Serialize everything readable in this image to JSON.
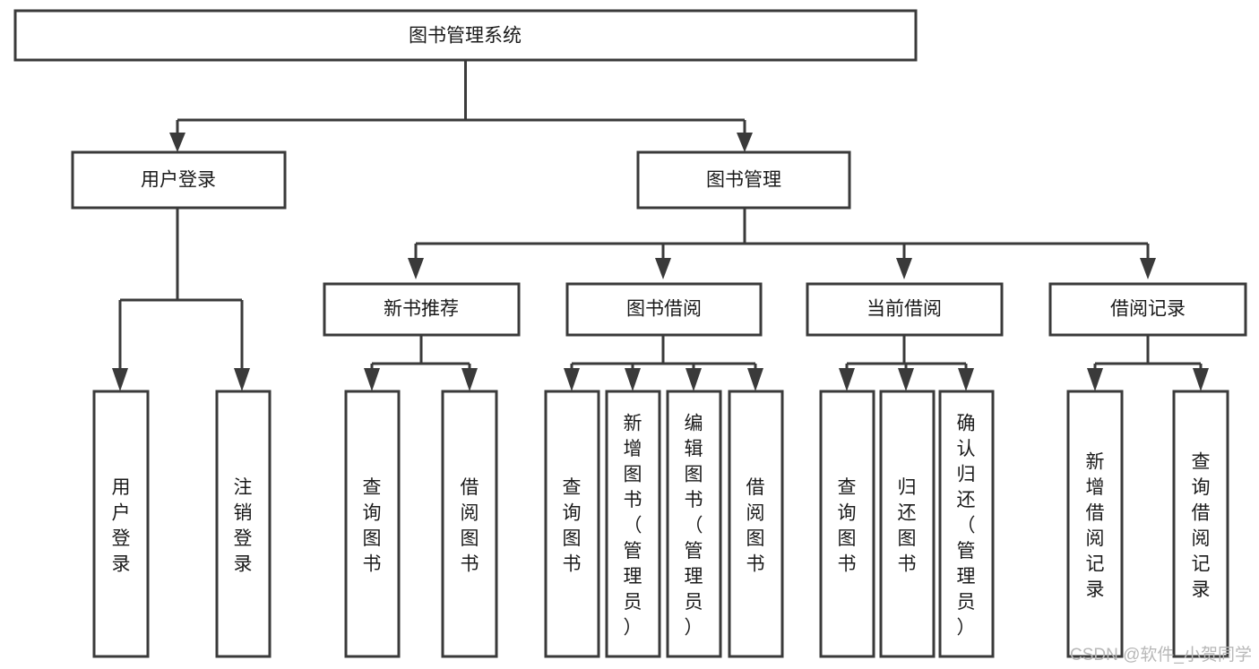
{
  "diagram": {
    "type": "tree-hierarchy-chart",
    "title_node": "图书管理系统",
    "watermark": "CSDN @软件_小贺同学",
    "colors": {
      "stroke": "#3a3a3a",
      "fill": "#ffffff",
      "text": "#1a1a1a",
      "watermark": "#b8b8b8",
      "background": "#ffffff"
    },
    "levels": [
      {
        "level": 0,
        "nodes": [
          {
            "id": "root",
            "label": "图书管理系统",
            "orientation": "horizontal"
          }
        ]
      },
      {
        "level": 1,
        "nodes": [
          {
            "id": "user-login",
            "label": "用户登录",
            "orientation": "horizontal",
            "parent": "root"
          },
          {
            "id": "book-management",
            "label": "图书管理",
            "orientation": "horizontal",
            "parent": "root"
          }
        ]
      },
      {
        "level": 2,
        "nodes": [
          {
            "id": "new-book-recommend",
            "label": "新书推荐",
            "orientation": "horizontal",
            "parent": "book-management"
          },
          {
            "id": "book-borrow",
            "label": "图书借阅",
            "orientation": "horizontal",
            "parent": "book-management"
          },
          {
            "id": "current-borrow",
            "label": "当前借阅",
            "orientation": "horizontal",
            "parent": "book-management"
          },
          {
            "id": "borrow-record",
            "label": "借阅记录",
            "orientation": "horizontal",
            "parent": "book-management"
          }
        ]
      },
      {
        "level": 3,
        "nodes": [
          {
            "id": "leaf-user-login",
            "label": "用户登录",
            "orientation": "vertical",
            "parent": "user-login"
          },
          {
            "id": "leaf-logout-login",
            "label": "注销登录",
            "orientation": "vertical",
            "parent": "user-login"
          },
          {
            "id": "leaf-query-book-1",
            "label": "查询图书",
            "orientation": "vertical",
            "parent": "new-book-recommend"
          },
          {
            "id": "leaf-borrow-book-1",
            "label": "借阅图书",
            "orientation": "vertical",
            "parent": "new-book-recommend"
          },
          {
            "id": "leaf-query-book-2",
            "label": "查询图书",
            "orientation": "vertical",
            "parent": "book-borrow"
          },
          {
            "id": "leaf-add-book-admin",
            "label": "新增图书（管理员）",
            "orientation": "vertical",
            "parent": "book-borrow"
          },
          {
            "id": "leaf-edit-book-admin",
            "label": "编辑图书（管理员）",
            "orientation": "vertical",
            "parent": "book-borrow"
          },
          {
            "id": "leaf-borrow-book-2",
            "label": "借阅图书",
            "orientation": "vertical",
            "parent": "book-borrow"
          },
          {
            "id": "leaf-query-book-3",
            "label": "查询图书",
            "orientation": "vertical",
            "parent": "current-borrow"
          },
          {
            "id": "leaf-return-book",
            "label": "归还图书",
            "orientation": "vertical",
            "parent": "current-borrow"
          },
          {
            "id": "leaf-confirm-return-admin",
            "label": "确认归还（管理员）",
            "orientation": "vertical",
            "parent": "current-borrow"
          },
          {
            "id": "leaf-add-borrow-record",
            "label": "新增借阅记录",
            "orientation": "vertical",
            "parent": "borrow-record"
          },
          {
            "id": "leaf-query-borrow-record",
            "label": "查询借阅记录",
            "orientation": "vertical",
            "parent": "borrow-record"
          }
        ]
      }
    ]
  },
  "labels": {
    "root": "图书管理系统",
    "user_login": "用户登录",
    "book_management": "图书管理",
    "new_book_recommend": "新书推荐",
    "book_borrow": "图书借阅",
    "current_borrow": "当前借阅",
    "borrow_record": "借阅记录",
    "leaf_user_login": "用户登录",
    "leaf_logout_login": "注销登录",
    "leaf_query_book_1": "查询图书",
    "leaf_borrow_book_1": "借阅图书",
    "leaf_query_book_2": "查询图书",
    "leaf_add_book_admin": "新增图书（管理员）",
    "leaf_edit_book_admin": "编辑图书（管理员）",
    "leaf_borrow_book_2": "借阅图书",
    "leaf_query_book_3": "查询图书",
    "leaf_return_book": "归还图书",
    "leaf_confirm_return_admin": "确认归还（管理员）",
    "leaf_add_borrow_record": "新增借阅记录",
    "leaf_query_borrow_record": "查询借阅记录",
    "watermark": "CSDN @软件_小贺同学"
  }
}
